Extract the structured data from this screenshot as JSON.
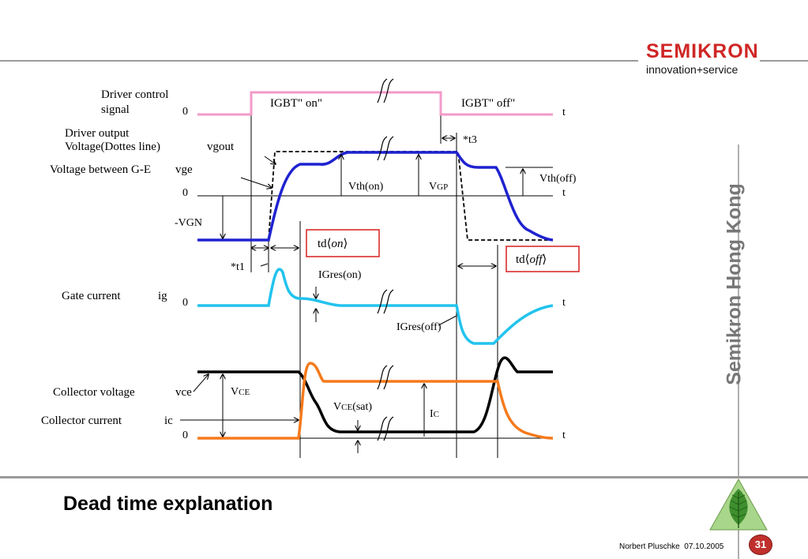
{
  "brand": {
    "name": "SEMIKRON",
    "tagline": "innovation+service",
    "region": "Semikron Hong Kong"
  },
  "slide": {
    "title": "Dead time explanation",
    "author": "Norbert Pluschke",
    "date": "07.10.2005",
    "page": "31"
  },
  "diagram": {
    "labels": {
      "driver_control_1": "Driver control",
      "driver_control_2": "signal",
      "driver_output_1": "Driver output",
      "driver_output_2": "Voltage(Dottes line)",
      "vgout": "vgout",
      "voltage_ge": "Voltage between G-E",
      "vge": "vge",
      "neg_vgn": "-VGN",
      "gate_current": "Gate current",
      "ig": "ig",
      "collector_voltage": "Collector voltage",
      "vce": "vce",
      "collector_current": "Collector current",
      "ic": "ic",
      "zero": "0",
      "t": "t",
      "igbt_on": "IGBT\" on\"",
      "igbt_off": "IGBT\" off\"",
      "t1": "*t1",
      "t3": "*t3",
      "vth_on": "Vth(on)",
      "vgp_v": "V",
      "vgp_sub": "GP",
      "vth_off": "Vth(off)",
      "td_on_pre": "td",
      "td_on_arg": "on",
      "td_off_pre": "td",
      "td_off_arg": "off",
      "igres_on": "IGres(on)",
      "igres_off": "IGres(off)",
      "vce_big_v": "V",
      "vce_big_sub": "CE",
      "vce_sat_v": "V",
      "vce_sat_sub": "CE",
      "vce_sat_paren": "(sat)",
      "ic_big_i": "I",
      "ic_big_sub": "C"
    },
    "colors": {
      "control": "#f39ac8",
      "vge": "#1f22d0",
      "vgout": "#000000",
      "ig": "#22c3ee",
      "vce": "#000000",
      "ic": "#f57a1d",
      "box": "#d81f1f"
    }
  }
}
